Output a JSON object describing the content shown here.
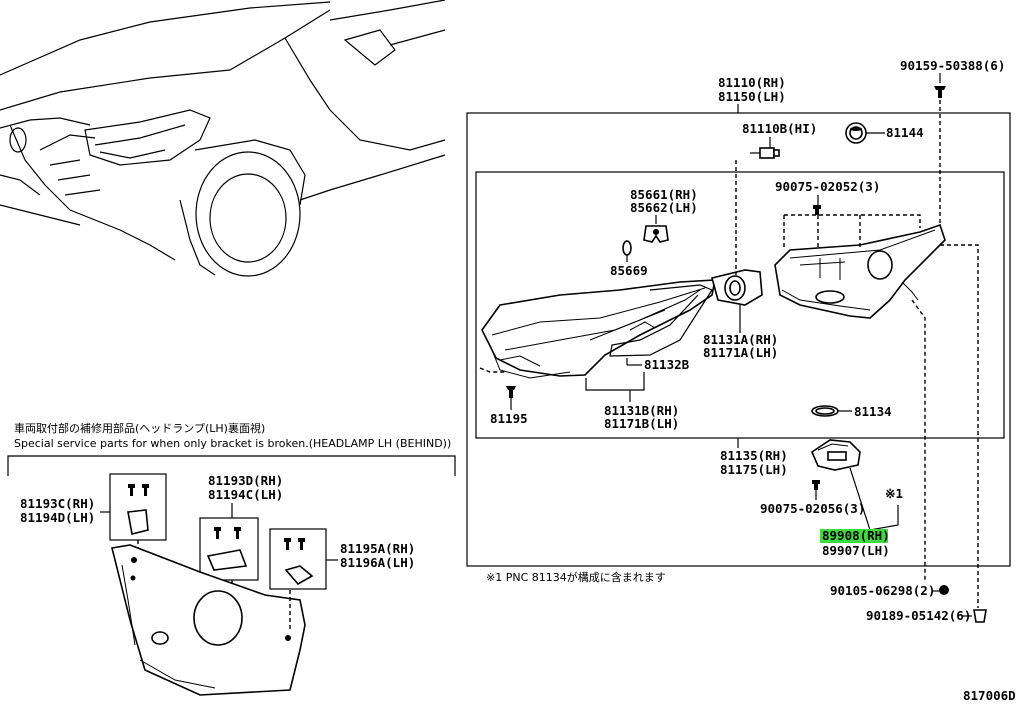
{
  "diagram": {
    "figure_code": "817006D",
    "note": "※1  PNC 81134が構成に含まれます",
    "note_mark": "※1",
    "inset": {
      "title_jp": "車両取付部の補修用部品(ヘッドランプ(LH)裏面視)",
      "title_en": "Special service parts for when only bracket is broken.(HEADLAMP LH (BEHIND))"
    },
    "parts": {
      "p81110": "81110(RH)",
      "p81150": "81150(LH)",
      "p81110B": "81110B(HI)",
      "p81144": "81144",
      "p90159": "90159-50388(6)",
      "p85661": "85661(RH)",
      "p85662": "85662(LH)",
      "p85669": "85669",
      "p90075a": "90075-02052(3)",
      "p81132B": "81132B",
      "p81131A": "81131A(RH)",
      "p81171A": "81171A(LH)",
      "p81195": "81195",
      "p81131B": "81131B(RH)",
      "p81171B": "81171B(LH)",
      "p81134": "81134",
      "p81135": "81135(RH)",
      "p81175": "81175(LH)",
      "p90075b": "90075-02056(3)",
      "p89908": "89908(RH)",
      "p89907": "89907(LH)",
      "p90105": "90105-06298(2)",
      "p90189": "90189-05142(6)",
      "p81193C": "81193C(RH)",
      "p81194D": "81194D(LH)",
      "p81193D": "81193D(RH)",
      "p81194C": "81194C(LH)",
      "p81195A": "81195A(RH)",
      "p81196A": "81196A(LH)"
    },
    "colors": {
      "line": "#000000",
      "background": "#ffffff",
      "highlight": "#3ddc3d"
    }
  }
}
